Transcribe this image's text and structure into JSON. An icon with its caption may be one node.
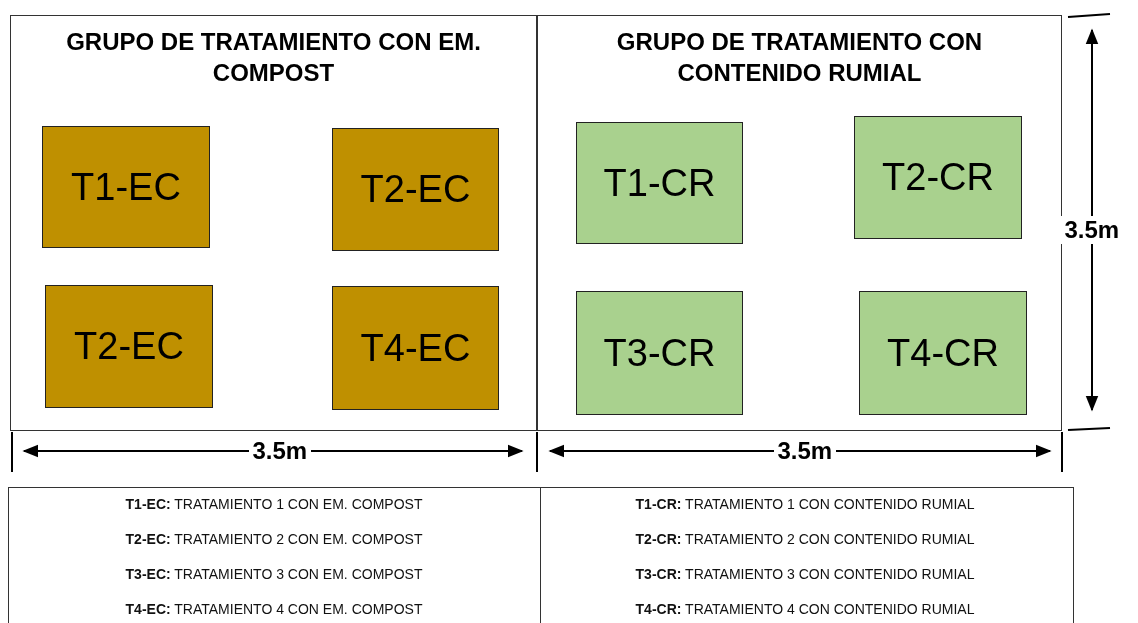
{
  "diagram": {
    "nodes": [
      {
        "text": [
          "GRUPO DE TRATAMIENTO CON EM. COMPOST"
        ]
      },
      {
        "text": [
          "T1-EC"
        ],
        "in": 0
      },
      {
        "text": [
          "T2-EC"
        ],
        "in": 0
      },
      {
        "text": [
          "T2-EC"
        ],
        "in": 0
      },
      {
        "text": [
          "T4-EC"
        ],
        "in": 0
      },
      {
        "text": [
          "GRUPO DE TRATAMIENTO CON CONTENIDO RUMIAL"
        ]
      },
      {
        "text": [
          "T1-CR"
        ],
        "in": 5
      },
      {
        "text": [
          "T2-CR"
        ],
        "in": 5
      },
      {
        "text": [
          "T3-CR"
        ],
        "in": 5
      },
      {
        "text": [
          "T4-CR"
        ],
        "in": 5
      }
    ],
    "edges": [],
    "labels": [
      "3.5m",
      "3.5m",
      "3.5m",
      "**T1-EC:** TRATAMIENTO 1 CON EM. COMPOST",
      "**T1-CR:** TRATAMIENTO 1 CON CONTENIDO RUMIAL",
      "**T2-EC:** TRATAMIENTO 2 CON EM. COMPOST",
      "**T2-CR:** TRATAMIENTO 2 CON CONTENIDO RUMIAL",
      "**T3-EC:** TRATAMIENTO 3 CON EM. COMPOST",
      "**T3-CR:** TRATAMIENTO 3 CON CONTENIDO RUMIAL",
      "**T4-EC:** TRATAMIENTO 4 CON EM. COMPOST",
      "**T4-CR:** TRATAMIENTO 4 CON CONTENIDO RUMIAL"
    ]
  }
}
